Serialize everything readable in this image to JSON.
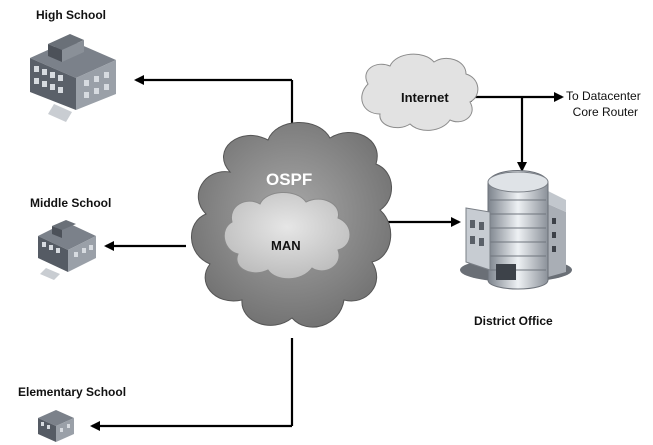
{
  "nodes": {
    "high_school": "High School",
    "middle_school": "Middle School",
    "elementary_school": "Elementary School",
    "district_office": "District Office",
    "internet": "Internet",
    "datacenter_line1": "To Datacenter",
    "datacenter_line2": "Core Router",
    "ospf": "OSPF",
    "man": "MAN"
  },
  "colors": {
    "outer_cloud": "#8f8f8f",
    "inner_cloud": "#cfcfcf",
    "internet_cloud": "#e4e4e4",
    "arrow": "#000000",
    "building_dark": "#4a4e55",
    "building_light": "#b9bec5"
  },
  "icons": [
    "school-building-icon",
    "office-building-icon",
    "cloud-icon"
  ]
}
